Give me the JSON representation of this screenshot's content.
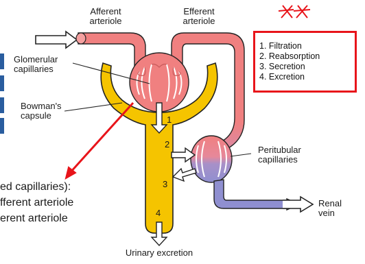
{
  "labels": {
    "afferent_arteriole": "Afferent\narteriole",
    "efferent_arteriole": "Efferent\narteriole",
    "glomerular_capillaries": "Glomerular\ncapillaries",
    "bowmans_capsule": "Bowman's\ncapsule",
    "peritubular_capillaries": "Peritubular\ncapillaries",
    "renal_vein": "Renal\nvein",
    "urinary_excretion": "Urinary excretion"
  },
  "steps": [
    "1",
    "2",
    "3",
    "4"
  ],
  "process_list": [
    "1. Filtration",
    "2. Reabsorption",
    "3. Secretion",
    "4. Excretion"
  ],
  "handwritten_mark": "**",
  "note_lines": [
    "ed capillaries):",
    "fferent arteriole",
    "erent arteriole"
  ],
  "colors": {
    "blood_red": "#f08080",
    "blood_red_dark": "#c85a5a",
    "venous_blue": "#8f8fd0",
    "tubule_yellow": "#f5c400",
    "tubule_outline": "#222222",
    "annotation_red": "#e8141a",
    "tab_blue": "#2a5d9f"
  }
}
